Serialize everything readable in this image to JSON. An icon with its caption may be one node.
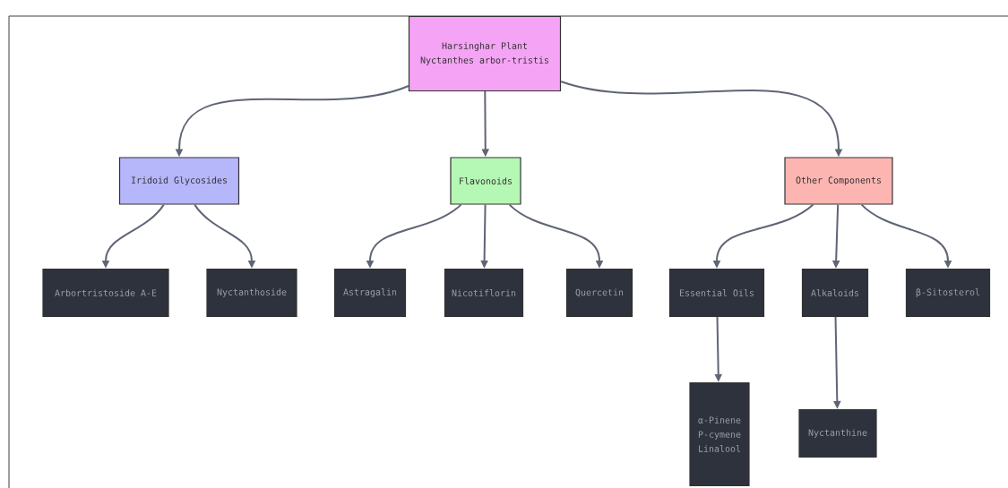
{
  "diagram": {
    "nodes": [
      {
        "text": [
          "Harsinghar Plant",
          "Nyctanthes arbor-tristis"
        ]
      },
      {
        "text": [
          "Iridoid Glycosides"
        ]
      },
      {
        "text": [
          "Flavonoids"
        ]
      },
      {
        "text": [
          "Other Components"
        ]
      },
      {
        "text": [
          "Arbortristoside A-E"
        ]
      },
      {
        "text": [
          "Nyctanthoside"
        ]
      },
      {
        "text": [
          "Astragalin"
        ]
      },
      {
        "text": [
          "Nicotiflorin"
        ]
      },
      {
        "text": [
          "Quercetin"
        ]
      },
      {
        "text": [
          "Essential Oils"
        ]
      },
      {
        "text": [
          "Alkaloids"
        ]
      },
      {
        "text": [
          "β-Sitosterol"
        ]
      },
      {
        "text": [
          "α-Pinene",
          "P-cymene",
          "Linalool"
        ]
      },
      {
        "text": [
          "Nyctanthine"
        ]
      }
    ],
    "edges": [
      {
        "from": 0,
        "to": 1,
        "arrow": "to"
      },
      {
        "from": 0,
        "to": 2,
        "arrow": "to"
      },
      {
        "from": 0,
        "to": 3,
        "arrow": "to"
      },
      {
        "from": 1,
        "to": 4,
        "arrow": "to"
      },
      {
        "from": 1,
        "to": 5,
        "arrow": "to"
      },
      {
        "from": 2,
        "to": 6,
        "arrow": "to"
      },
      {
        "from": 2,
        "to": 7,
        "arrow": "to"
      },
      {
        "from": 2,
        "to": 8,
        "arrow": "to"
      },
      {
        "from": 3,
        "to": 9,
        "arrow": "to"
      },
      {
        "from": 3,
        "to": 10,
        "arrow": "to"
      },
      {
        "from": 3,
        "to": 11,
        "arrow": "to"
      },
      {
        "from": 9,
        "to": 12,
        "arrow": "to"
      },
      {
        "from": 10,
        "to": 13,
        "arrow": "to"
      }
    ]
  }
}
